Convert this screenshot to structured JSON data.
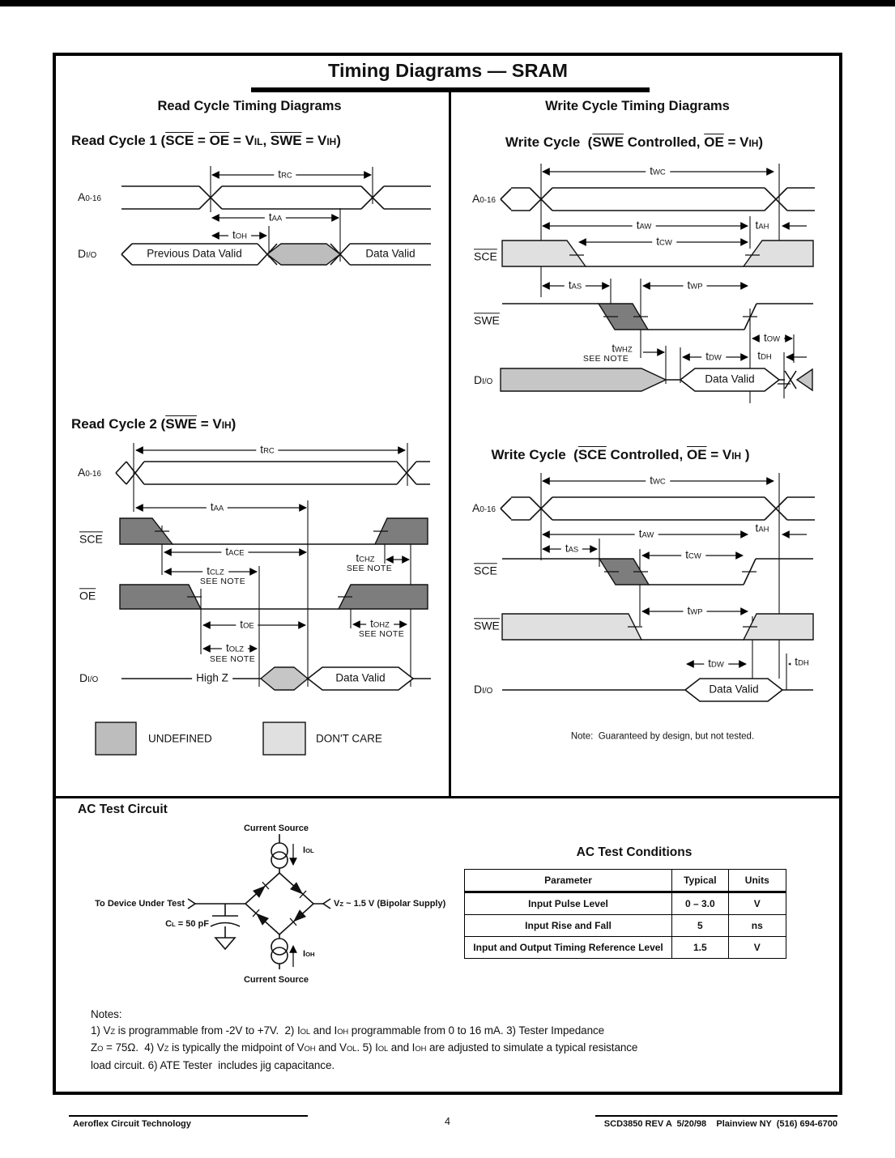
{
  "page": {
    "title": "Timing Diagrams — SRAM",
    "left_column_header": "Read Cycle Timing Diagrams",
    "right_column_header": "Write Cycle Timing Diagrams"
  },
  "headings": {
    "read_cycle_1": [
      {
        "t": "Read Cycle 1 ("
      },
      {
        "t": "SCE",
        "o": true
      },
      {
        "t": " = "
      },
      {
        "t": "OE",
        "o": true
      },
      {
        "t": " = V"
      },
      {
        "t": "IL",
        "s": true
      },
      {
        "t": ", "
      },
      {
        "t": "SWE",
        "o": true
      },
      {
        "t": " = V"
      },
      {
        "t": "IH",
        "s": true
      },
      {
        "t": ")"
      }
    ],
    "read_cycle_2": [
      {
        "t": "Read Cycle 2 ("
      },
      {
        "t": "SWE",
        "o": true
      },
      {
        "t": " = V"
      },
      {
        "t": "IH",
        "s": true
      },
      {
        "t": ")"
      }
    ],
    "write_cycle_swe": [
      {
        "t": "Write Cycle  ("
      },
      {
        "t": "SWE",
        "o": true
      },
      {
        "t": " Controlled, "
      },
      {
        "t": "OE",
        "o": true
      },
      {
        "t": " = V"
      },
      {
        "t": "IH",
        "s": true
      },
      {
        "t": ")"
      }
    ],
    "write_cycle_sce": [
      {
        "t": "Write Cycle  ("
      },
      {
        "t": "SCE",
        "o": true
      },
      {
        "t": " Controlled, "
      },
      {
        "t": "OE",
        "o": true
      },
      {
        "t": " = V"
      },
      {
        "t": "IH",
        "s": true
      },
      {
        "t": " )"
      }
    ],
    "ac_test_circuit": "AC Test Circuit",
    "ac_test_conditions": "AC Test Conditions"
  },
  "sig": {
    "address": {
      "t": "A",
      "s": "0-16"
    },
    "data": {
      "t": "D",
      "s": "I/O"
    },
    "sce": "SCE",
    "swe": "SWE",
    "oe": "OE"
  },
  "sym": {
    "trc": {
      "t": "t",
      "s": "RC"
    },
    "taa": {
      "t": "t",
      "s": "AA"
    },
    "toh": {
      "t": "t",
      "s": "OH"
    },
    "tace": {
      "t": "t",
      "s": "ACE"
    },
    "tclz": {
      "t": "t",
      "s": "CLZ"
    },
    "tchz": {
      "t": "t",
      "s": "CHZ"
    },
    "toe": {
      "t": "t",
      "s": "OE"
    },
    "tohz": {
      "t": "t",
      "s": "OHZ"
    },
    "tolz": {
      "t": "t",
      "s": "OLZ"
    },
    "twc": {
      "t": "t",
      "s": "WC"
    },
    "taw": {
      "t": "t",
      "s": "AW"
    },
    "tah": {
      "t": "t",
      "s": "AH"
    },
    "tcw": {
      "t": "t",
      "s": "CW"
    },
    "tas": {
      "t": "t",
      "s": "AS"
    },
    "twp": {
      "t": "t",
      "s": "WP"
    },
    "twhz": {
      "t": "t",
      "s": "WHZ"
    },
    "tow": {
      "t": "t",
      "s": "OW"
    },
    "tdw": {
      "t": "t",
      "s": "DW"
    },
    "tdh": {
      "t": "t",
      "s": "DH"
    }
  },
  "labels": {
    "see_note": "SEE NOTE",
    "data_valid": "Data Valid",
    "previous_data_valid": "Previous Data Valid",
    "high_z": "High Z",
    "undefined": "UNDEFINED",
    "dont_care": "DON'T CARE",
    "note": "Note:  Guaranteed by design, but not tested."
  },
  "circuit": {
    "current_source_top": "Current Source",
    "current_source_bottom": "Current Source",
    "iol": {
      "t": "I",
      "s": "OL"
    },
    "ioh": {
      "t": "I",
      "s": "OH"
    },
    "to_device_under_test": "To Device Under Test",
    "vz": [
      {
        "t": "V"
      },
      {
        "t": "Z",
        "s": true
      },
      {
        "t": " ~ 1.5 V (Bipolar Supply)"
      }
    ],
    "cl": [
      {
        "t": "C"
      },
      {
        "t": "L",
        "s": true
      },
      {
        "t": " = 50 pF"
      }
    ]
  },
  "table": {
    "headers": [
      "Parameter",
      "Typical",
      "Units"
    ],
    "rows": [
      [
        "Input Pulse Level",
        "0 – 3.0",
        "V"
      ],
      [
        "Input Rise and Fall",
        "5",
        "ns"
      ],
      [
        "Input and Output Timing Reference Level",
        "1.5",
        "V"
      ]
    ]
  },
  "notes": {
    "heading": "Notes:",
    "lines": [
      [
        {
          "t": "1) V"
        },
        {
          "t": "Z",
          "s": true
        },
        {
          "t": " is programmable from -2V to +7V.  2) I"
        },
        {
          "t": "OL",
          "s": true
        },
        {
          "t": " and I"
        },
        {
          "t": "OH",
          "s": true
        },
        {
          "t": " programmable from 0 to 16 mA. 3) Tester Impedance"
        }
      ],
      [
        {
          "t": "Z"
        },
        {
          "t": "O",
          "s": true
        },
        {
          "t": " = 75Ω.  4) V"
        },
        {
          "t": "Z",
          "s": true
        },
        {
          "t": " is typically the midpoint of V"
        },
        {
          "t": "OH",
          "s": true
        },
        {
          "t": " and V"
        },
        {
          "t": "OL",
          "s": true
        },
        {
          "t": ". 5) I"
        },
        {
          "t": "OL",
          "s": true
        },
        {
          "t": " and I"
        },
        {
          "t": "OH",
          "s": true
        },
        {
          "t": " are adjusted to simulate a typical resistance"
        }
      ],
      [
        {
          "t": "load circuit. 6) ATE Tester  includes jig capacitance."
        }
      ]
    ]
  },
  "footer": {
    "company": "Aeroflex Circuit Technology",
    "page_number": "4",
    "doc_ref": "SCD3850 REV A  5/20/98    Plainview NY  (516) 694-6700"
  },
  "colors": {
    "undefined_fill": "#bdbdbd",
    "dont_care_fill": "#e0e0e0",
    "signal_dark_fill": "#7d7d7d",
    "io_bus_fill": "#c6c6c6"
  }
}
